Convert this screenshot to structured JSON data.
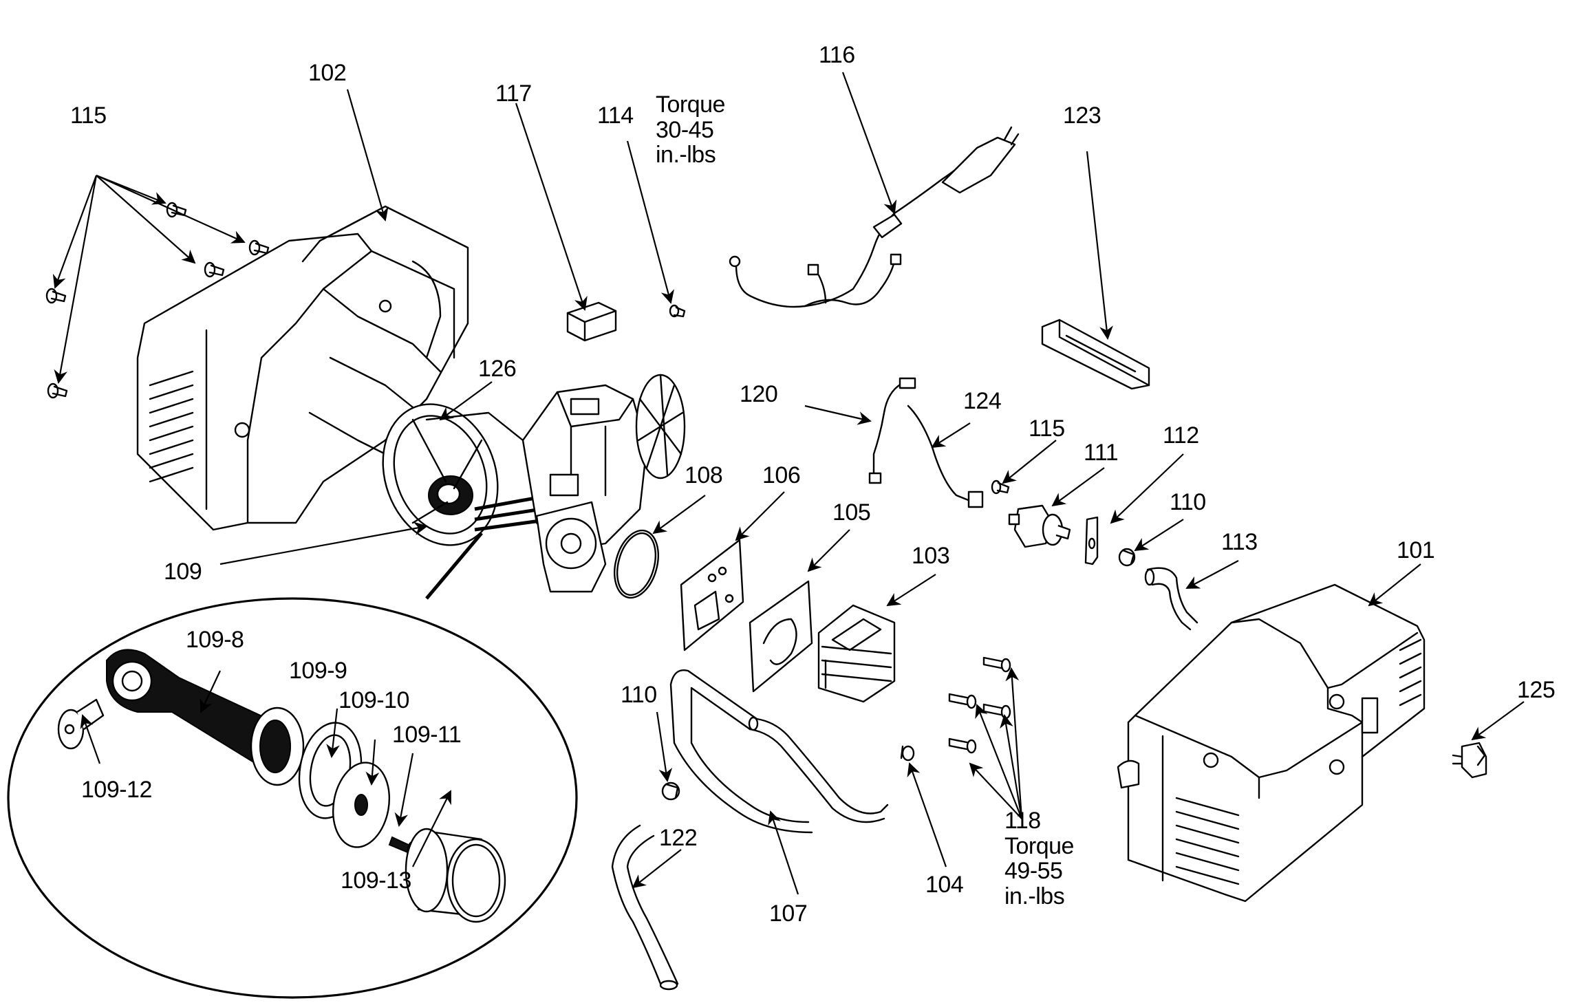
{
  "diagram": {
    "title": "Air compressor exploded parts view",
    "callouts": [
      {
        "id": "115a",
        "text": "115"
      },
      {
        "id": "102",
        "text": "102"
      },
      {
        "id": "117",
        "text": "117"
      },
      {
        "id": "114",
        "text": "114"
      },
      {
        "id": "torque114",
        "text": "Torque\n30-45\nin.-lbs"
      },
      {
        "id": "116",
        "text": "116"
      },
      {
        "id": "123",
        "text": "123"
      },
      {
        "id": "126",
        "text": "126"
      },
      {
        "id": "120",
        "text": "120"
      },
      {
        "id": "124",
        "text": "124"
      },
      {
        "id": "115b",
        "text": "115"
      },
      {
        "id": "111",
        "text": "111"
      },
      {
        "id": "112",
        "text": "112"
      },
      {
        "id": "108",
        "text": "108"
      },
      {
        "id": "106",
        "text": "106"
      },
      {
        "id": "110a",
        "text": "110"
      },
      {
        "id": "105",
        "text": "105"
      },
      {
        "id": "113",
        "text": "113"
      },
      {
        "id": "101",
        "text": "101"
      },
      {
        "id": "103",
        "text": "103"
      },
      {
        "id": "109",
        "text": "109"
      },
      {
        "id": "109-8",
        "text": "109-8"
      },
      {
        "id": "109-9",
        "text": "109-9"
      },
      {
        "id": "109-10",
        "text": "109-10"
      },
      {
        "id": "109-11",
        "text": "109-11"
      },
      {
        "id": "109-12",
        "text": "109-12"
      },
      {
        "id": "109-13",
        "text": "109-13"
      },
      {
        "id": "110b",
        "text": "110"
      },
      {
        "id": "125",
        "text": "125"
      },
      {
        "id": "122",
        "text": "122"
      },
      {
        "id": "107",
        "text": "107"
      },
      {
        "id": "104",
        "text": "104"
      },
      {
        "id": "118",
        "text": "118\nTorque\n49-55\nin.-lbs"
      }
    ]
  }
}
